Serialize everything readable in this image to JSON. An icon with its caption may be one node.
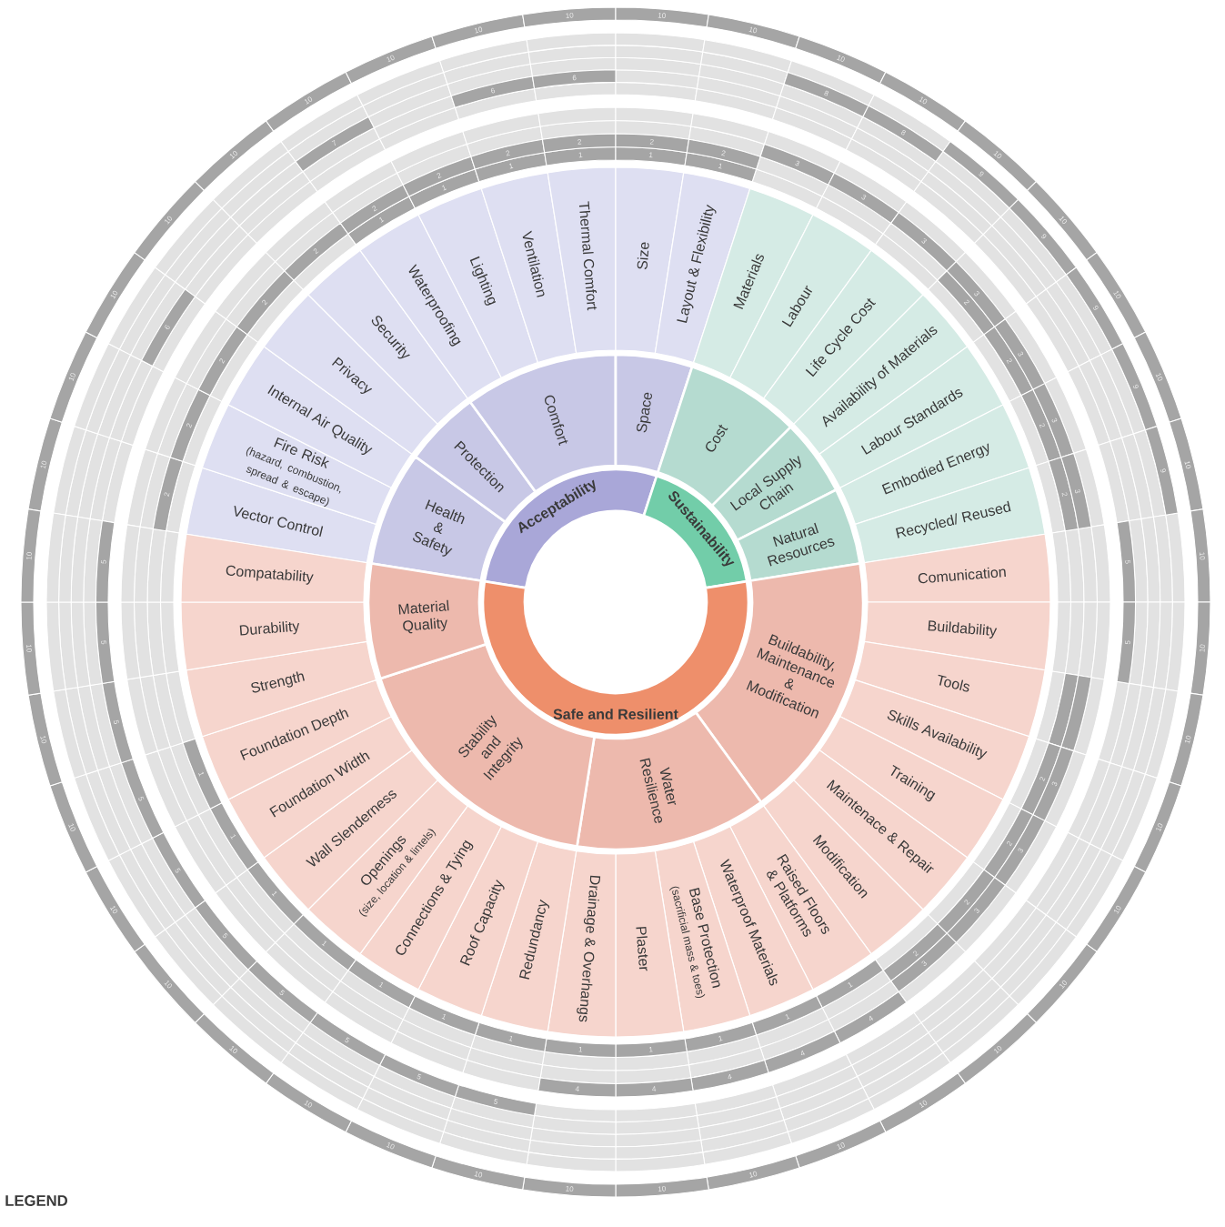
{
  "diagram": {
    "nodes": [
      {
        "text": [
          "Acceptability"
        ]
      },
      {
        "text": [
          "Sustainability"
        ]
      },
      {
        "text": [
          "Safe and Resilient"
        ]
      },
      {
        "text": [
          "Health & Safety"
        ]
      },
      {
        "text": [
          "Protection"
        ]
      },
      {
        "text": [
          "Comfort"
        ]
      },
      {
        "text": [
          "Space"
        ]
      },
      {
        "text": [
          "Cost"
        ]
      },
      {
        "text": [
          "Local Supply Chain"
        ]
      },
      {
        "text": [
          "Natural Resources"
        ]
      },
      {
        "text": [
          "Buildability, Maintenance & Modification"
        ]
      },
      {
        "text": [
          "Water Resilience"
        ]
      },
      {
        "text": [
          "Stability and Integrity"
        ]
      },
      {
        "text": [
          "Material Quality"
        ]
      },
      {
        "text": [
          "Vector Control"
        ]
      },
      {
        "text": [
          "Fire Risk",
          "(hazard, combustion, spread & escape)"
        ]
      },
      {
        "text": [
          "Internal Air Quality"
        ]
      },
      {
        "text": [
          "Privacy"
        ]
      },
      {
        "text": [
          "Security"
        ]
      },
      {
        "text": [
          "Waterproofing"
        ]
      },
      {
        "text": [
          "Lighting"
        ]
      },
      {
        "text": [
          "Ventilation"
        ]
      },
      {
        "text": [
          "Thermal Comfort"
        ]
      },
      {
        "text": [
          "Size"
        ]
      },
      {
        "text": [
          "Layout & Flexibility"
        ]
      },
      {
        "text": [
          "Materials"
        ]
      },
      {
        "text": [
          "Labour"
        ]
      },
      {
        "text": [
          "Life Cycle Cost"
        ]
      },
      {
        "text": [
          "Availability of Materials"
        ]
      },
      {
        "text": [
          "Labour Standards"
        ]
      },
      {
        "text": [
          "Embodied Energy"
        ]
      },
      {
        "text": [
          "Recycled/ Reused"
        ]
      },
      {
        "text": [
          "Comunication"
        ]
      },
      {
        "text": [
          "Buildability"
        ]
      },
      {
        "text": [
          "Tools"
        ]
      },
      {
        "text": [
          "Skills Availability"
        ]
      },
      {
        "text": [
          "Training"
        ]
      },
      {
        "text": [
          "Maintenace & Repair"
        ]
      },
      {
        "text": [
          "Modification"
        ]
      },
      {
        "text": [
          "Raised Floors & Platforms"
        ]
      },
      {
        "text": [
          "Waterproof Materials"
        ]
      },
      {
        "text": [
          "Base Protection",
          "(sacrificial mass & toes)"
        ]
      },
      {
        "text": [
          "Plaster"
        ]
      },
      {
        "text": [
          "Drainage & Overhangs"
        ]
      },
      {
        "text": [
          "Redundancy"
        ]
      },
      {
        "text": [
          "Roof Capacity"
        ]
      },
      {
        "text": [
          "Connections & Tying"
        ]
      },
      {
        "text": [
          "Openings",
          "(size, location & lintels)"
        ]
      },
      {
        "text": [
          "Wall Slenderness"
        ]
      },
      {
        "text": [
          "Foundation Width"
        ]
      },
      {
        "text": [
          "Foundation Depth"
        ]
      },
      {
        "text": [
          "Strength"
        ]
      },
      {
        "text": [
          "Durability"
        ]
      },
      {
        "text": [
          "Compatability"
        ]
      }
    ],
    "labels": [
      "2",
      "10",
      "2",
      "10",
      "2",
      "6",
      "10",
      "2",
      "10",
      "2",
      "10",
      "1",
      "2",
      "7",
      "10",
      "1",
      "2",
      "10",
      "1",
      "2",
      "6",
      "10",
      "1",
      "2",
      "6",
      "10",
      "1",
      "2",
      "10",
      "1",
      "2",
      "10",
      "3",
      "8",
      "10",
      "3",
      "8",
      "10",
      "3",
      "9",
      "10",
      "2",
      "3",
      "9",
      "10",
      "2",
      "3",
      "9",
      "10",
      "2",
      "3",
      "9",
      "10",
      "2",
      "3",
      "9",
      "10",
      "5",
      "10",
      "5",
      "10",
      "10",
      "2",
      "3",
      "10",
      "2",
      "3",
      "10",
      "2",
      "3",
      "10",
      "2",
      "3",
      "10",
      "1",
      "4",
      "10",
      "1",
      "4",
      "10",
      "1",
      "4",
      "10",
      "1",
      "4",
      "10",
      "1",
      "4",
      "10",
      "1",
      "5",
      "10",
      "1",
      "5",
      "10",
      "1",
      "5",
      "10",
      "1",
      "5",
      "10",
      "1",
      "5",
      "10",
      "1",
      "5",
      "10",
      "1",
      "5",
      "10",
      "5",
      "10",
      "5",
      "10",
      "5",
      "10",
      "LEGEND"
    ]
  }
}
